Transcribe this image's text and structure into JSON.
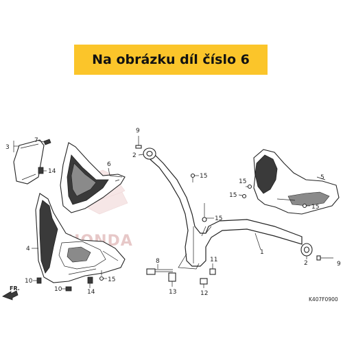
{
  "banner": {
    "text": "Na obrázku díl číslo 6",
    "color": "#fbc52a"
  },
  "callouts": [
    "1",
    "2",
    "3",
    "4",
    "5",
    "6",
    "7",
    "8",
    "9",
    "10",
    "11",
    "12",
    "13",
    "14",
    "15"
  ],
  "watermark": "HONDA",
  "direction_marker": "FR.",
  "diagram_code": "K407F0900",
  "accent_watermark_color": "#e7c8c8"
}
